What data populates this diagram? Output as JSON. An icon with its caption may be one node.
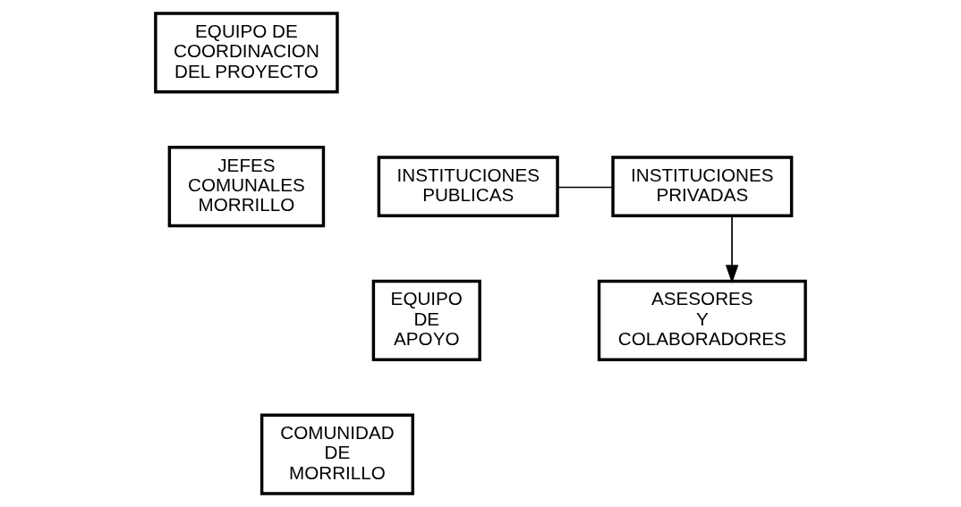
{
  "diagram": {
    "nodes": [
      {
        "text": [
          "EQUIPO DE COORDINACION DEL PROYECTO"
        ]
      },
      {
        "text": [
          "INSTITUCIONES PUBLICAS"
        ]
      },
      {
        "text": [
          "JEFES COMUNALES MORRILLO"
        ]
      },
      {
        "text": [
          "INSTITUCIONES PRIVADAS"
        ]
      },
      {
        "text": [
          "EQUIPO DE APOYO"
        ]
      },
      {
        "text": [
          "ASESORES Y COLABORADORES"
        ]
      },
      {
        "text": [
          "COMUNIDAD DE MORRILLO"
        ]
      }
    ],
    "edges": [
      {
        "from": 1,
        "to": 3,
        "arrow": "none"
      },
      {
        "from": 3,
        "to": 5,
        "arrow": "to"
      }
    ]
  }
}
